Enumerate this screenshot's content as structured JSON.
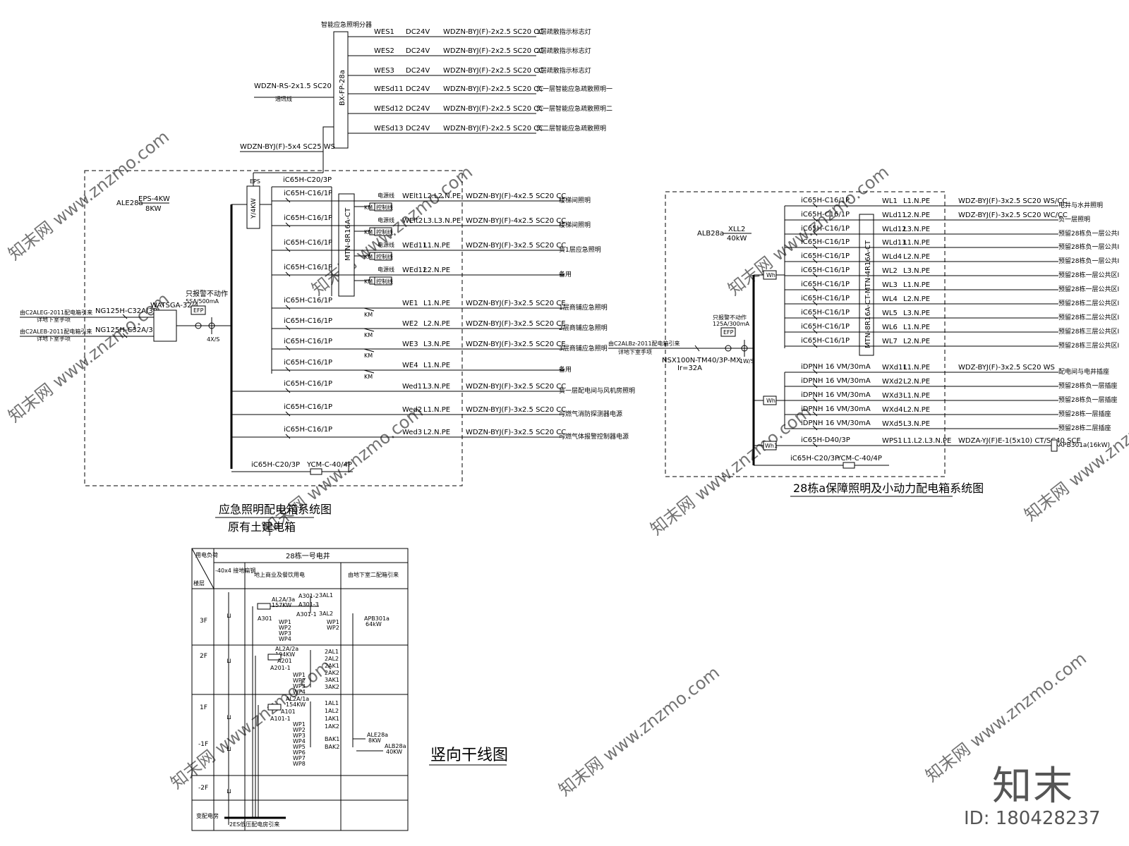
{
  "title_emergency": "应急照明配电箱系统图",
  "subtitle_emergency": "原有土建电箱",
  "title_28a": "28栋a保障照明及小动力配电箱系统图",
  "title_vertical": "竖向干线图",
  "logo": "知末",
  "id_label": "ID: 180428237",
  "watermark": "知末网 www.znzmo.com",
  "top": {
    "distributor": "智能应急照明分器",
    "device": "BX-FP-28a",
    "wdzn_rs": "WDZN-RS-2x1.5 SC20",
    "tongxun": "通讯线",
    "feeder": "WDZN-BYJ(F)-5x4 SC25 WS",
    "rows": [
      {
        "id": "WES1",
        "v": "DC24V",
        "cable": "WDZN-BYJ(F)-2x2.5 SC20 CC",
        "desc": "1层疏散指示标志灯"
      },
      {
        "id": "WES2",
        "v": "DC24V",
        "cable": "WDZN-BYJ(F)-2x2.5 SC20 CC",
        "desc": "2层疏散指示标志灯"
      },
      {
        "id": "WES3",
        "v": "DC24V",
        "cable": "WDZN-BYJ(F)-2x2.5 SC20 CC",
        "desc": "3层疏散指示标志灯"
      },
      {
        "id": "WESd11",
        "v": "DC24V",
        "cable": "WDZN-BYJ(F)-2x2.5 SC20 CC",
        "desc": "负一层智能应急疏散照明一"
      },
      {
        "id": "WESd12",
        "v": "DC24V",
        "cable": "WDZN-BYJ(F)-2x2.5 SC20 CC",
        "desc": "负一层智能应急疏散照明二"
      },
      {
        "id": "WESd13",
        "v": "DC24V",
        "cable": "WDZN-BYJ(F)-2x2.5 SC20 CC",
        "desc": "负二层智能应急疏散照明"
      }
    ]
  },
  "left": {
    "ale": "ALE28a",
    "eps": "EPS-4KW",
    "kw": "8KW",
    "eps_label": "EPS",
    "eps_box": "Y/4KW",
    "source1": "由C2ALEG-2011配电箱引来",
    "source1b": "详地下室手项",
    "source2": "由C2ALEB-2011配电箱引来",
    "source2b": "详地下室手项",
    "ng1": "NG125H-C32A/3P",
    "ng2": "NG125H-C32A/3P",
    "wats": "WATSGA-32/4",
    "alarm1": "只报警不动作",
    "alarm2": "5SA/500mA",
    "efp": "EFP",
    "spd": "4X/S",
    "main_breaker": "iC65H-C20/3P",
    "mtn": "MTN-8R16A-CT",
    "power_line": "电源线",
    "ctrl_line": "控制线",
    "km": "KM",
    "ycm_breaker": "iC65H-C20/3P",
    "ycm": "YCM-C-40/4P",
    "rows": [
      {
        "breaker": "iC65H-C16/1P",
        "id": "WElt1",
        "phase": "L2.L2.N.PE",
        "cable": "WDZN-BYJ(F)-4x2.5 SC20 CC",
        "desc": "楼梯间照明"
      },
      {
        "breaker": "iC65H-C16/1P",
        "id": "WElt2",
        "phase": "L3.L3.N.PE",
        "cable": "WDZN-BYJ(F)-4x2.5 SC20 CC",
        "desc": "楼梯间照明"
      },
      {
        "breaker": "iC65H-C16/1P",
        "id": "WEd11",
        "phase": "L1.N.PE",
        "cable": "WDZN-BYJ(F)-3x2.5 SC20 CC",
        "desc": "负1层应急照明"
      },
      {
        "breaker": "iC65H-C16/1P",
        "id": "WEd12",
        "phase": "L2.N.PE",
        "cable": "",
        "desc": "备用"
      },
      {
        "breaker": "iC65H-C16/1P",
        "id": "WE1",
        "phase": "L1.N.PE",
        "cable": "WDZN-BYJ(F)-3x2.5 SC20 CE",
        "desc": "1层商铺应急照明"
      },
      {
        "breaker": "iC65H-C16/1P",
        "id": "WE2",
        "phase": "L2.N.PE",
        "cable": "WDZN-BYJ(F)-3x2.5 SC20 CE",
        "desc": "2层商铺应急照明"
      },
      {
        "breaker": "iC65H-C16/1P",
        "id": "WE3",
        "phase": "L3.N.PE",
        "cable": "WDZN-BYJ(F)-3x2.5 SC20 CE",
        "desc": "3层商铺应急照明"
      },
      {
        "breaker": "iC65H-C16/1P",
        "id": "WE4",
        "phase": "L1.N.PE",
        "cable": "",
        "desc": "备用"
      },
      {
        "breaker": "iC65H-C16/1P",
        "id": "Wed11",
        "phase": "L3.N.PE",
        "cable": "WDZN-BYJ(F)-3x2.5 SC20 CC",
        "desc": "负一层配电间与风机房照明"
      },
      {
        "breaker": "iC65H-C16/1P",
        "id": "Wed2",
        "phase": "L1.N.PE",
        "cable": "WDZN-BYJ(F)-3x2.5 SC20 CC",
        "desc": "可燃气消防探测器电源"
      },
      {
        "breaker": "iC65H-C16/1P",
        "id": "Wed3",
        "phase": "L2.N.PE",
        "cable": "WDZN-BYJ(F)-3x2.5 SC20 CC",
        "desc": "可燃气体报警控制器电源"
      }
    ]
  },
  "right": {
    "alb": "ALB28a",
    "xll": "XLL2",
    "kw": "40kW",
    "source": "由C2ALBz-2011配电箱引来",
    "sourceb": "详地下室手项",
    "nsx": "NSX100N-TM40/3P-MX",
    "ir": "Ir=32A",
    "alarm1": "只报警不动作",
    "alarm2": "125A/300mA",
    "efp": "EFP",
    "spd": "1W/S",
    "wh": "Wh",
    "wh1": "Wh1",
    "mtn": "MTN-8R16A-CT-MTN-4R16A-CT",
    "ycm_breaker": "iC65H-C20/3P",
    "ycm": "YCM-C-40/4P",
    "rows": [
      {
        "breaker": "iC65H-C16/1P",
        "id": "WL1",
        "phase": "L1.N.PE",
        "cable": "WDZ-BYJ(F)-3x2.5  SC20 WS/CC",
        "desc": "电井与水井照明"
      },
      {
        "breaker": "iC65H-C16/1P",
        "id": "WLd11",
        "phase": "L2.N.PE",
        "cable": "WDZ-BYJ(F)-3x2.5  SC20 WC/CC",
        "desc": "负一层照明"
      },
      {
        "breaker": "iC65H-C16/1P",
        "id": "WLd12",
        "phase": "L3.N.PE",
        "cable": "",
        "desc": "预留28栋负一层公共I"
      },
      {
        "breaker": "iC65H-C16/1P",
        "id": "WLd13",
        "phase": "L1.N.PE",
        "cable": "",
        "desc": "预留28栋负一层公共I"
      },
      {
        "breaker": "iC65H-C16/1P",
        "id": "WLd4",
        "phase": "L2.N.PE",
        "cable": "",
        "desc": "预留28栋负一层公共I"
      },
      {
        "breaker": "iC65H-C16/1P",
        "id": "WL2",
        "phase": "L3.N.PE",
        "cable": "",
        "desc": "预留28栋一层公共区I"
      },
      {
        "breaker": "iC65H-C16/1P",
        "id": "WL3",
        "phase": "L1.N.PE",
        "cable": "",
        "desc": "预留28栋一层公共区I"
      },
      {
        "breaker": "iC65H-C16/1P",
        "id": "WL4",
        "phase": "L2.N.PE",
        "cable": "",
        "desc": "预留28栋二层公共区I"
      },
      {
        "breaker": "iC65H-C16/1P",
        "id": "WL5",
        "phase": "L3.N.PE",
        "cable": "",
        "desc": "预留28栋二层公共区I"
      },
      {
        "breaker": "iC65H-C16/1P",
        "id": "WL6",
        "phase": "L1.N.PE",
        "cable": "",
        "desc": "预留28栋三层公共区I"
      },
      {
        "breaker": "iC65H-C16/1P",
        "id": "WL7",
        "phase": "L2.N.PE",
        "cable": "",
        "desc": "预留28栋三层公共区I"
      },
      {
        "breaker": "iDPNH 16 VM/30mA",
        "id": "WXd11",
        "phase": "L1.N.PE",
        "cable": "WDZ-BYJ(F)-3x2.5  SC20 WS",
        "desc": "配电间与电井插座"
      },
      {
        "breaker": "iDPNH 16 VM/30mA",
        "id": "WXd2",
        "phase": "L2.N.PE",
        "cable": "",
        "desc": "预留28栋负一层插座"
      },
      {
        "breaker": "iDPNH 16 VM/30mA",
        "id": "WXd3",
        "phase": "L1.N.PE",
        "cable": "",
        "desc": "预留28栋负一层插座"
      },
      {
        "breaker": "iDPNH 16 VM/30mA",
        "id": "WXd4",
        "phase": "L2.N.PE",
        "cable": "",
        "desc": "预留28栋一层插座"
      },
      {
        "breaker": "iDPNH 16 VM/30mA",
        "id": "WXd5",
        "phase": "L3.N.PE",
        "cable": "",
        "desc": "预留28栋二层插座"
      },
      {
        "breaker": "iC65H-D40/3P",
        "id": "WPS1",
        "phase": "L1.L2.L3.N.PE",
        "cable": "WDZA-YJ(F)E-1(5x10)  CT/SC40 SCE",
        "desc": "APB301a(16kW)"
      }
    ]
  },
  "table": {
    "h_load": "用电负荷",
    "h_floor": "楼层",
    "h_well": "28栋一号电井",
    "h_ground": "-40x4 接地扁钢",
    "h_commerce": "地上商业及餐饮用电",
    "h_from": "由地下室二配箱引来",
    "floors": [
      "3F",
      "2F",
      "1F",
      "-1F",
      "-2F",
      "变配电房"
    ],
    "f3": {
      "al": "AL2A/3a",
      "kw": "157KW",
      "a1": "A301",
      "a2": "A301-1",
      "a3": "A301-2",
      "a4": "A301-3",
      "out1": "3AL1",
      "out2": "3AL2",
      "wp": [
        "WP1",
        "WP2",
        "WP3",
        "WP4"
      ],
      "wp2": [
        "WP1",
        "WP2"
      ],
      "apb": "APB301a",
      "apbkw": "64kW"
    },
    "f2": {
      "al": "AL2A/2a",
      "kw": "194KW",
      "a1": "A201",
      "a2": "A201-1",
      "outs": [
        "2AL1",
        "2AL2",
        "2AK1",
        "2AK2",
        "3AK1",
        "3AK2"
      ],
      "wp": [
        "WP1",
        "WP2",
        "WP3",
        "WP4"
      ]
    },
    "f1": {
      "al": "AL2A/1a",
      "kw": "154KW",
      "a1": "A101",
      "a2": "A101-1",
      "outs": [
        "1AL1",
        "1AL2",
        "1AK1",
        "1AK2"
      ],
      "wp": [
        "WP1",
        "WP2",
        "WP3",
        "WP4",
        "WP5",
        "WP6",
        "WP7",
        "WP8"
      ]
    },
    "fb1": {
      "outs": [
        "BAK1",
        "BAK2"
      ],
      "ale": "ALE28a",
      "alekw": "8KW",
      "alb": "ALB28a",
      "albkw": "40KW"
    },
    "substation": "2ES低压配电房引来"
  }
}
